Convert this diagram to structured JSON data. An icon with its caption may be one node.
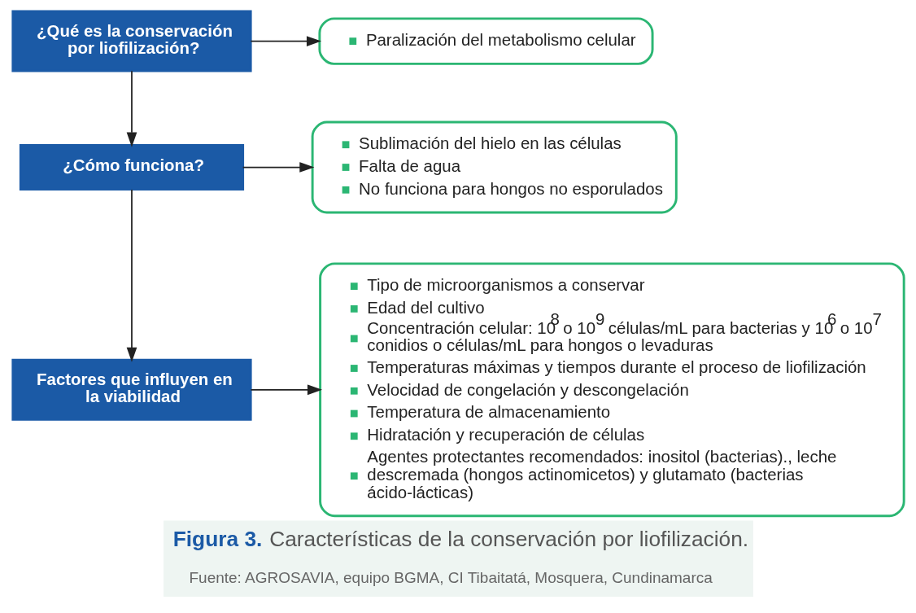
{
  "diagram": {
    "title": "**Figura 3.** Características de la conservación por liofilización.",
    "caption": "Fuente: AGROSAVIA, equipo BGMA, CI Tibaitatá, Mosquera, Cundinamarca",
    "nodes": [
      {
        "text": [
          "¿Qué es la conservación por liofilización?"
        ]
      },
      {
        "text": [
          "Paralización del metabolismo celular"
        ]
      },
      {
        "text": [
          "¿Cómo funciona?"
        ]
      },
      {
        "text": [
          "Sublimación del hielo en las células",
          "Falta de agua",
          "No funciona para hongos no esporulados"
        ]
      },
      {
        "text": [
          "Factores que influyen en la viabilidad"
        ]
      },
      {
        "text": [
          "Tipo de microorganismos a conservar",
          "Edad del cultivo",
          "Concentración celular: 10$^{8}$ o 10$^{9}$ células/mL para bacterias y 10$^{6}$ o 10$^{7}$ conidios o células/mL para hongos o levaduras",
          "Temperaturas máximas y tiempos durante el proceso de liofilización",
          "Velocidad de congelación y descongelación",
          "Temperatura de almacenamiento",
          "Hidratación y recuperación de células",
          "Agentes protectantes recomendados: inositol (bacterias)., leche descremada (hongos actinomicetos) y glutamato (bacterias ácido-lácticas)"
        ]
      }
    ],
    "edges": [
      {
        "from": 0,
        "to": 1,
        "arrow": "to"
      },
      {
        "from": 0,
        "to": 2,
        "arrow": "to"
      },
      {
        "from": 2,
        "to": 3,
        "arrow": "to"
      },
      {
        "from": 2,
        "to": 4,
        "arrow": "to"
      },
      {
        "from": 4,
        "to": 5,
        "arrow": "to"
      }
    ]
  }
}
